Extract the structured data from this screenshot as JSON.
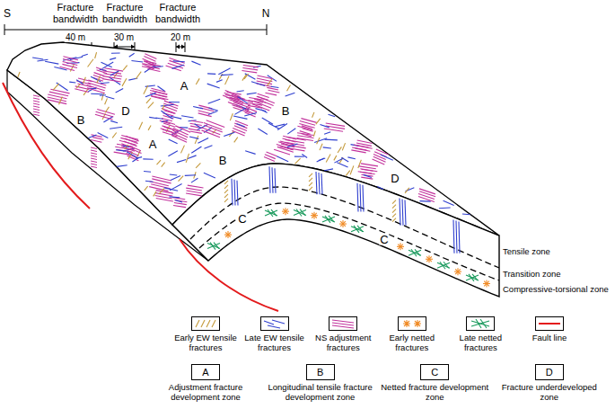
{
  "diagram": {
    "nodes": [
      {
        "text": [
          "A",
          "Adjustment fracture development zone"
        ]
      },
      {
        "text": [
          "B",
          "Longitudinal tensile fracture development zone"
        ]
      },
      {
        "text": [
          "C",
          "Netted fracture development zone"
        ]
      },
      {
        "text": [
          "D",
          "Fracture underdeveloped zone"
        ]
      }
    ],
    "labels": [
      "S",
      "N",
      "Fracture bandwidth",
      "Fracture bandwidth",
      "Fracture bandwidth",
      "40 m",
      "30 m",
      "20 m",
      "A",
      "B",
      "D",
      "B",
      "A",
      "B",
      "D",
      "C",
      "C",
      "Tensile zone",
      "Transition zone",
      "Compressive-torsional zone"
    ],
    "legend": [
      {
        "text": "Early EW tensile fractures"
      },
      {
        "text": "Late EW tensile fractures"
      },
      {
        "text": "NS adjustment fractures"
      },
      {
        "text": "Early netted fractures"
      },
      {
        "text": "Late netted fractures"
      },
      {
        "text": "Fault line"
      }
    ]
  }
}
